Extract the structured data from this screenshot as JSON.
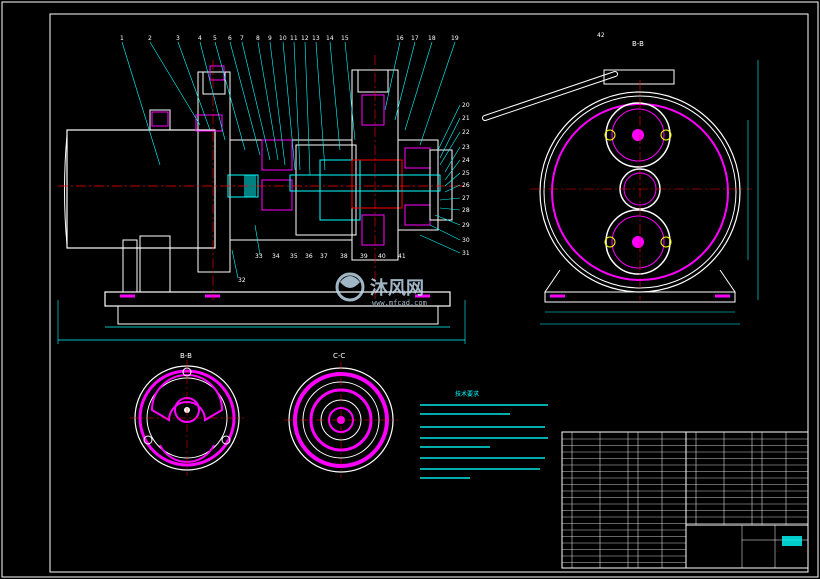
{
  "drawing": {
    "background": "#000000",
    "frame_color": "#ffffff",
    "line_colors": {
      "white": "#ffffff",
      "cyan": "#00ffff",
      "magenta": "#ff00ff",
      "red": "#ff0000",
      "yellow": "#ffff00",
      "green": "#00ff00"
    }
  },
  "views": {
    "section_bb_label": "B-B",
    "section_cc_label": "C-C",
    "side_view_label": "B-B"
  },
  "tech_requirements": {
    "title": "技术要求"
  },
  "watermark": {
    "brand": "沐风网",
    "url": "www.mfcad.com"
  },
  "balloons": [
    "1",
    "2",
    "3",
    "4",
    "5",
    "6",
    "7",
    "8",
    "9",
    "10",
    "11",
    "12",
    "13",
    "14",
    "15",
    "16",
    "17",
    "18",
    "19",
    "20",
    "21",
    "22",
    "23",
    "24",
    "25",
    "26",
    "27",
    "28",
    "29",
    "30",
    "31",
    "32",
    "33",
    "34",
    "35",
    "36",
    "37",
    "38",
    "39",
    "40",
    "41",
    "42"
  ]
}
